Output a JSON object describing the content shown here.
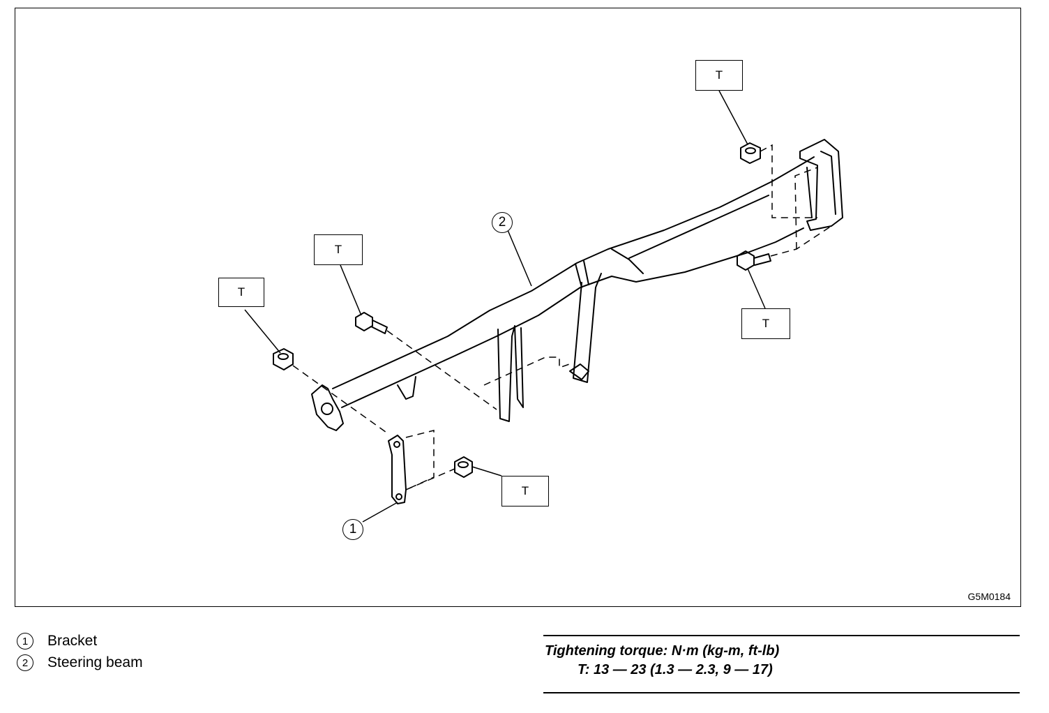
{
  "diagram": {
    "figure_code": "G5M0184",
    "torque_marker": "T",
    "callouts": [
      "1",
      "2"
    ]
  },
  "legend": {
    "items": [
      {
        "num": "1",
        "label": "Bracket"
      },
      {
        "num": "2",
        "label": "Steering beam"
      }
    ]
  },
  "torque": {
    "title": "Tightening torque: N·m (kg-m, ft-lb)",
    "value": "T: 13 — 23 (1.3 — 2.3, 9 — 17)"
  }
}
